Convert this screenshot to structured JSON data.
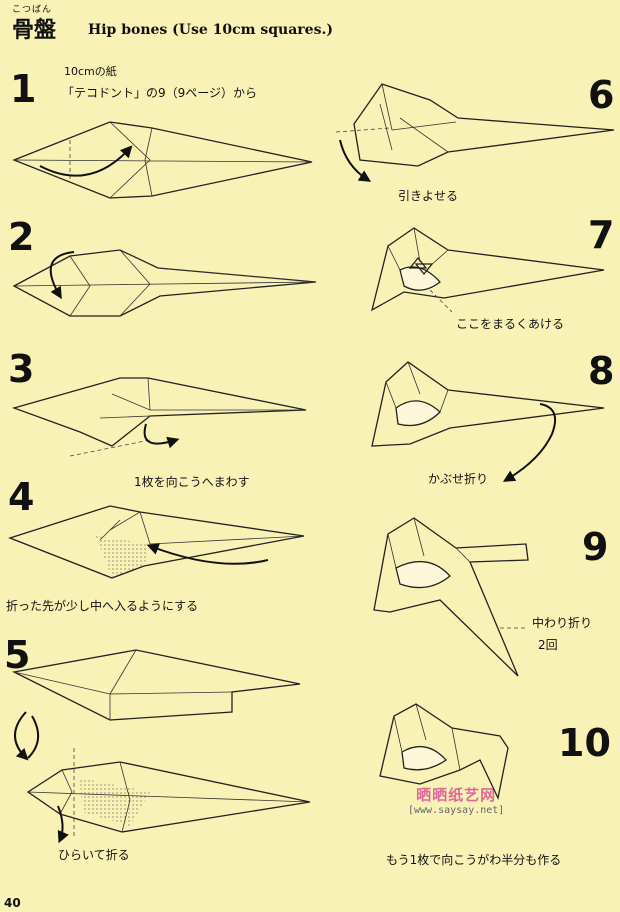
{
  "header": {
    "ruby": "こつばん",
    "title_jp": "骨盤",
    "title_en": "Hip bones (Use 10cm squares.)"
  },
  "steps": [
    {
      "number": "1",
      "captions": [
        "10cmの紙",
        "「テコドント」の9（9ページ）から"
      ]
    },
    {
      "number": "2",
      "captions": []
    },
    {
      "number": "3",
      "captions": [
        "1枚を向こうへまわす"
      ]
    },
    {
      "number": "4",
      "captions": [
        "折った先が少し中へ入るようにする"
      ]
    },
    {
      "number": "5",
      "captions": [
        "ひらいて折る"
      ]
    },
    {
      "number": "6",
      "captions": [
        "引きよせる"
      ]
    },
    {
      "number": "7",
      "captions": [
        "ここをまるくあける"
      ]
    },
    {
      "number": "8",
      "captions": [
        "かぶせ折り"
      ]
    },
    {
      "number": "9",
      "captions": [
        "中わり折り",
        "2回"
      ]
    },
    {
      "number": "10",
      "captions": [
        "もう1枚で向こうがわ半分も作る"
      ]
    }
  ],
  "watermark": {
    "main": "晒晒纸艺网",
    "sub": "[www.saysay.net]"
  },
  "page_number": "40"
}
